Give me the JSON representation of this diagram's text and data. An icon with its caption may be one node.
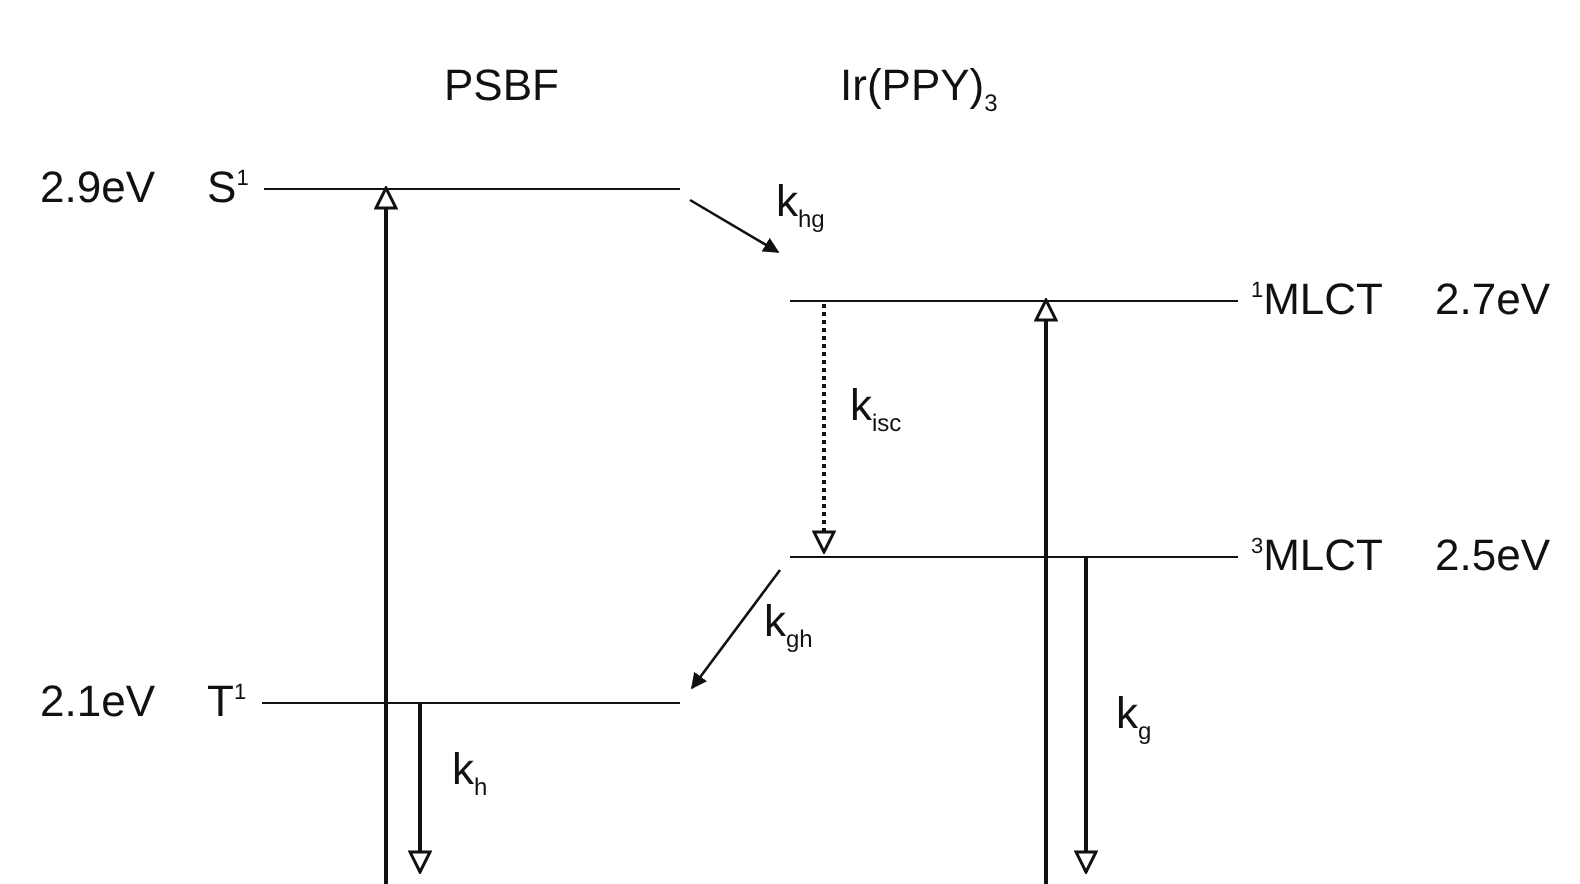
{
  "diagram": {
    "nodes": [
      {
        "text": [
          "S$^{1}$"
        ],
        "beside": [
          "2.9eV"
        ]
      },
      {
        "text": [
          "$^{1}$MLCT"
        ],
        "beside": [
          "2.7eV"
        ]
      },
      {
        "text": [
          "$^{3}$MLCT"
        ],
        "beside": [
          "2.5eV"
        ]
      },
      {
        "text": [
          "T$^{1}$"
        ],
        "beside": [
          "2.1eV"
        ]
      }
    ],
    "edges": [
      {
        "from": null,
        "to": 0,
        "arrow": "to"
      },
      {
        "from": 0,
        "to": 1,
        "arrow": "to",
        "label": "k$_{hg}$"
      },
      {
        "from": 1,
        "to": 2,
        "arrow": "to",
        "style": "dashed",
        "label": "k$_{isc}$"
      },
      {
        "from": 2,
        "to": 3,
        "arrow": "to",
        "label": "k$_{gh}$"
      },
      {
        "from": 3,
        "to": null,
        "arrow": "to",
        "label": "k$_{h}$"
      },
      {
        "from": null,
        "to": 1,
        "arrow": "to"
      },
      {
        "from": 2,
        "to": null,
        "arrow": "to",
        "label": "k$_{g}$"
      }
    ],
    "labels": [
      "PSBF",
      "Ir(PPY)$_{3}$"
    ]
  }
}
